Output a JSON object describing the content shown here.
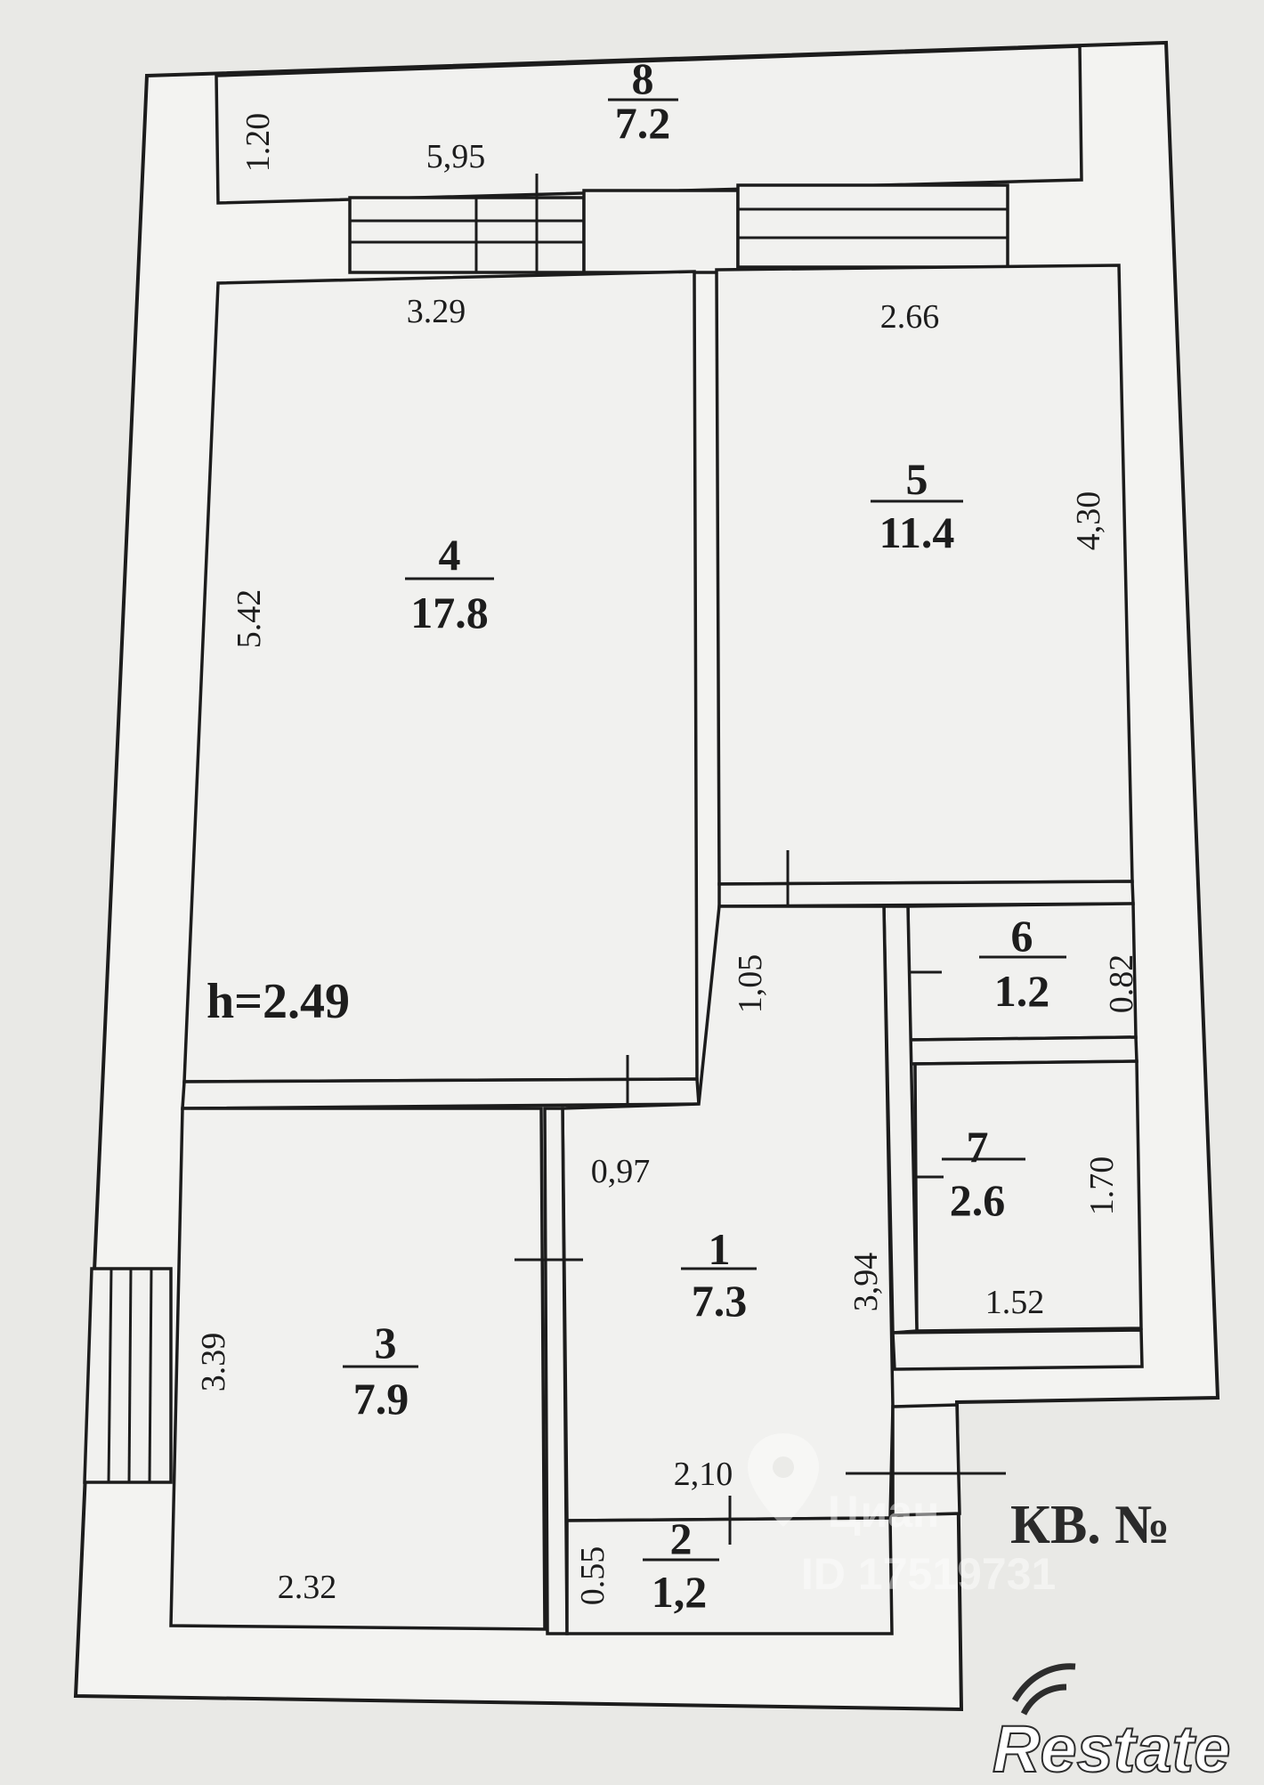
{
  "plan": {
    "ceiling_height_label": "h=2.49",
    "apartment_label": "КВ. №",
    "rooms": [
      {
        "number": "1",
        "area": "7.3"
      },
      {
        "number": "2",
        "area": "1,2"
      },
      {
        "number": "3",
        "area": "7.9"
      },
      {
        "number": "4",
        "area": "17.8"
      },
      {
        "number": "5",
        "area": "11.4"
      },
      {
        "number": "6",
        "area": "1.2"
      },
      {
        "number": "7",
        "area": "2.6"
      },
      {
        "number": "8",
        "area": "7.2"
      }
    ],
    "dimensions": {
      "balcony_depth": "1.20",
      "balcony_width": "5,95",
      "room4_width": "3.29",
      "room4_length": "5.42",
      "room5_width": "2.66",
      "room5_length": "4,30",
      "hall_upper": "1,05",
      "bath_width": "0.82",
      "door_width": "0,97",
      "toilet_length": "1.70",
      "toilet_width": "1.52",
      "hall_length": "3,94",
      "room3_length": "3.39",
      "hall_width": "2,10",
      "room3_width": "2.32",
      "closet_depth": "0.55"
    }
  },
  "watermark": {
    "brand": "Циан",
    "listing_id": "ID 17519731"
  },
  "logo": {
    "text": "Restate"
  },
  "colors": {
    "background": "#e9e9e6",
    "line": "#1c1c1c",
    "watermark": "#ffffff"
  }
}
